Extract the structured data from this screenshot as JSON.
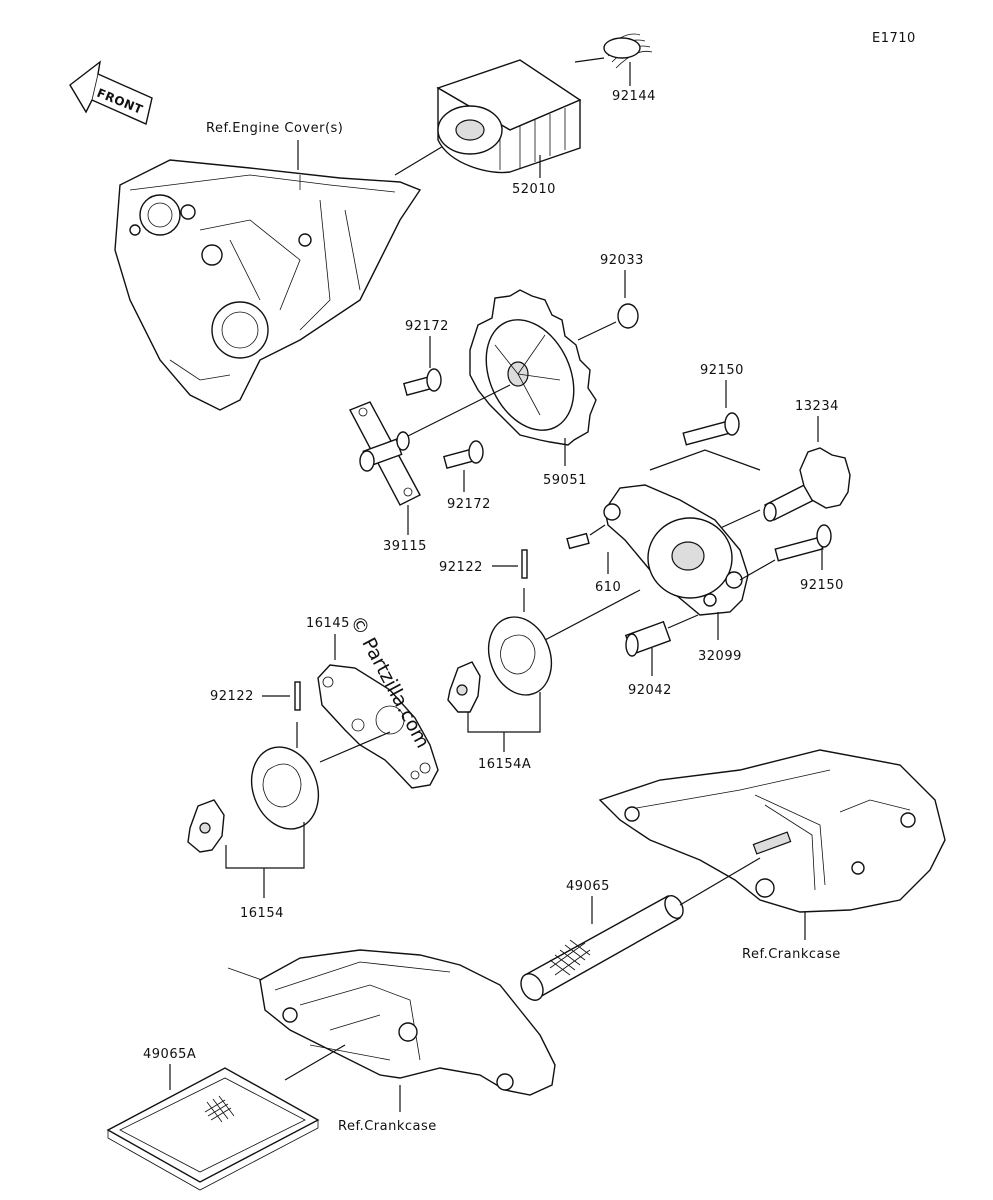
{
  "diagram_code": "E1710",
  "front_arrow_label": "FRONT",
  "watermark": "© Partzilla.com",
  "references": {
    "engine_cover": "Ref.Engine Cover(s)",
    "crankcase_right": "Ref.Crankcase",
    "crankcase_bottom": "Ref.Crankcase"
  },
  "parts": {
    "p92144": "92144",
    "p52010": "52010",
    "p92033": "92033",
    "p92172_top": "92172",
    "p92172_bottom": "92172",
    "p59051": "59051",
    "p39115": "39115",
    "p92150_top": "92150",
    "p13234": "13234",
    "p610": "610",
    "p92150_bottom": "92150",
    "p92122_upper": "92122",
    "p32099": "32099",
    "p92042": "92042",
    "p16145": "16145",
    "p92122_lower": "92122",
    "p16154A": "16154A",
    "p16154": "16154",
    "p49065": "49065",
    "p49065A": "49065A"
  }
}
